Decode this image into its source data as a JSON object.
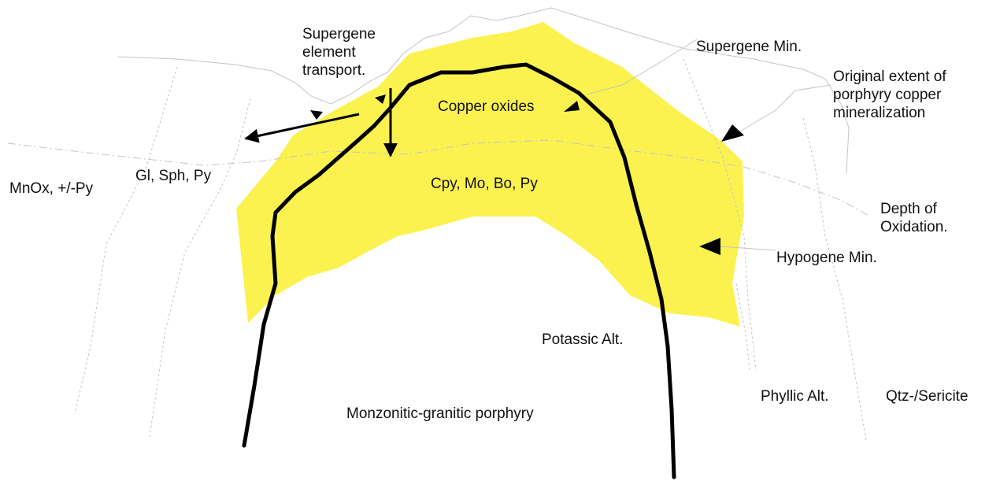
{
  "colors": {
    "ore_shell": "#fbf250",
    "intrusion_outline": "#000000",
    "guide_lines": "#c4c4c4",
    "text": "#111111",
    "background": "#ffffff"
  },
  "labels": {
    "supergene_element_transport": "Supergene\nelement\ntransport.",
    "supergene_min": "Supergene Min.",
    "original_extent": "Original extent of\nporphyry copper\nmineralization",
    "copper_oxides": "Copper oxides",
    "mnox_py": "MnOx, +/-Py",
    "gl_sph_py": "Gl, Sph, Py",
    "cpy_mo_bo_py": "Cpy, Mo, Bo, Py",
    "depth_of_oxidation": "Depth of\nOxidation.",
    "hypogene_min": "Hypogene Min.",
    "potassic_alt": "Potassic Alt.",
    "phyllic_alt": "Phyllic Alt.",
    "qtz_sericite": "Qtz-/Sericite",
    "monzonitic_porphyry": "Monzonitic-granitic porphyry"
  }
}
